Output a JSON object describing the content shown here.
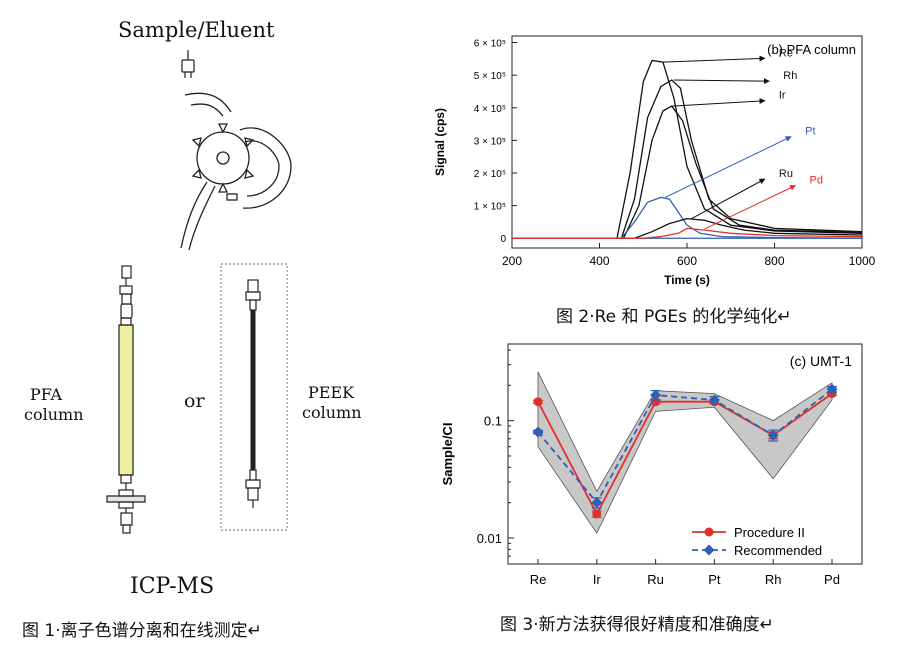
{
  "figure1": {
    "top_label": "Sample/Eluent",
    "pfa_label_line1": "PFA",
    "pfa_label_line2": "column",
    "or_label": "or",
    "peek_label_line1": "PEEK",
    "peek_label_line2": "column",
    "bottom_label": "ICP-MS",
    "caption": "图 1·离子色谱分离和在线测定↵"
  },
  "figure2": {
    "caption": "图 2·Re 和 PGEs 的化学纯化↵"
  },
  "figure3": {
    "caption": "图 3·新方法获得很好精度和准确度↵"
  },
  "colors": {
    "black": "#111111",
    "blue": "#2f5fb5",
    "red": "#e0302a",
    "gray_band": "#c8c8c8",
    "pfa_yellow": "#eef0a0"
  },
  "chart_data": [
    {
      "type": "line",
      "title": "(b) PFA column",
      "xlabel": "Time (s)",
      "ylabel": "Signal (cps)",
      "xlim": [
        200,
        1000
      ],
      "ylim": [
        -30000,
        620000
      ],
      "x_ticks": [
        200,
        400,
        600,
        800,
        1000
      ],
      "y_ticks": [
        0,
        100000,
        200000,
        300000,
        400000,
        500000,
        600000
      ],
      "y_tick_labels": [
        "0",
        "1 × 10⁵",
        "2 × 10⁵",
        "3 × 10⁵",
        "4 × 10⁵",
        "5 × 10⁵",
        "6 × 10⁵"
      ],
      "grid": false,
      "series": [
        {
          "name": "Re",
          "color": "#111111",
          "x": [
            200,
            440,
            470,
            500,
            520,
            545,
            570,
            600,
            640,
            700,
            800,
            1000
          ],
          "y": [
            0,
            0,
            200000,
            480000,
            545000,
            540000,
            430000,
            220000,
            90000,
            40000,
            22000,
            15000
          ]
        },
        {
          "name": "Rh",
          "color": "#111111",
          "x": [
            200,
            450,
            480,
            510,
            540,
            565,
            585,
            610,
            650,
            700,
            800,
            1000
          ],
          "y": [
            0,
            0,
            120000,
            370000,
            465000,
            485000,
            460000,
            300000,
            120000,
            60000,
            30000,
            20000
          ]
        },
        {
          "name": "Ir",
          "color": "#111111",
          "x": [
            200,
            455,
            490,
            520,
            545,
            565,
            590,
            620,
            660,
            720,
            800,
            1000
          ],
          "y": [
            0,
            0,
            100000,
            300000,
            390000,
            405000,
            360000,
            230000,
            90000,
            40000,
            25000,
            18000
          ]
        },
        {
          "name": "Pt",
          "color": "#2f5fb5",
          "x": [
            200,
            450,
            480,
            510,
            540,
            560,
            580,
            600,
            630,
            680,
            800,
            1000
          ],
          "y": [
            0,
            0,
            50000,
            110000,
            125000,
            120000,
            80000,
            40000,
            15000,
            5000,
            2000,
            0
          ]
        },
        {
          "name": "Ru",
          "color": "#111111",
          "x": [
            200,
            480,
            520,
            560,
            600,
            640,
            680,
            730,
            800,
            1000
          ],
          "y": [
            0,
            0,
            20000,
            45000,
            60000,
            55000,
            40000,
            25000,
            15000,
            10000
          ]
        },
        {
          "name": "Pd",
          "color": "#e0302a",
          "x": [
            200,
            500,
            540,
            580,
            600,
            640,
            700,
            800,
            1000
          ],
          "y": [
            0,
            0,
            5000,
            15000,
            30000,
            25000,
            15000,
            8000,
            5000
          ]
        }
      ],
      "annotations": [
        {
          "text": "Re",
          "color": "#111111",
          "x": 810,
          "y": 570000
        },
        {
          "text": "Rh",
          "color": "#111111",
          "x": 820,
          "y": 500000
        },
        {
          "text": "Ir",
          "color": "#111111",
          "x": 810,
          "y": 440000
        },
        {
          "text": "Pt",
          "color": "#2f5fb5",
          "x": 870,
          "y": 330000
        },
        {
          "text": "Ru",
          "color": "#111111",
          "x": 810,
          "y": 200000
        },
        {
          "text": "Pd",
          "color": "#e0302a",
          "x": 880,
          "y": 180000
        }
      ]
    },
    {
      "type": "line",
      "title": "(c) UMT-1",
      "xlabel": "",
      "ylabel": "Sample/CI",
      "y_scale": "log",
      "ylim": [
        0.006,
        0.45
      ],
      "y_ticks": [
        0.01,
        0.1
      ],
      "y_tick_labels": [
        "0.01",
        "0.1"
      ],
      "categories": [
        "Re",
        "Ir",
        "Ru",
        "Pt",
        "Rh",
        "Pd"
      ],
      "grid": false,
      "legend": "bottom-right",
      "band": {
        "color": "#c8c8c8",
        "upper": [
          0.26,
          0.025,
          0.18,
          0.17,
          0.1,
          0.21
        ],
        "lower": [
          0.06,
          0.011,
          0.12,
          0.13,
          0.032,
          0.15
        ]
      },
      "series": [
        {
          "name": "Procedure II",
          "color": "#e0302a",
          "style": "solid",
          "marker": "circle",
          "values": [
            0.145,
            0.016,
            0.145,
            0.145,
            0.075,
            0.17
          ],
          "err": [
            0.004,
            0.001,
            0.006,
            0.005,
            0.005,
            0.006
          ]
        },
        {
          "name": "Recommended",
          "color": "#2f5fb5",
          "style": "dashed",
          "marker": "diamond",
          "values": [
            0.08,
            0.02,
            0.165,
            0.15,
            0.075,
            0.185
          ],
          "err": [
            0.003,
            0.002,
            0.015,
            0.01,
            0.008,
            0.01
          ]
        }
      ]
    }
  ]
}
